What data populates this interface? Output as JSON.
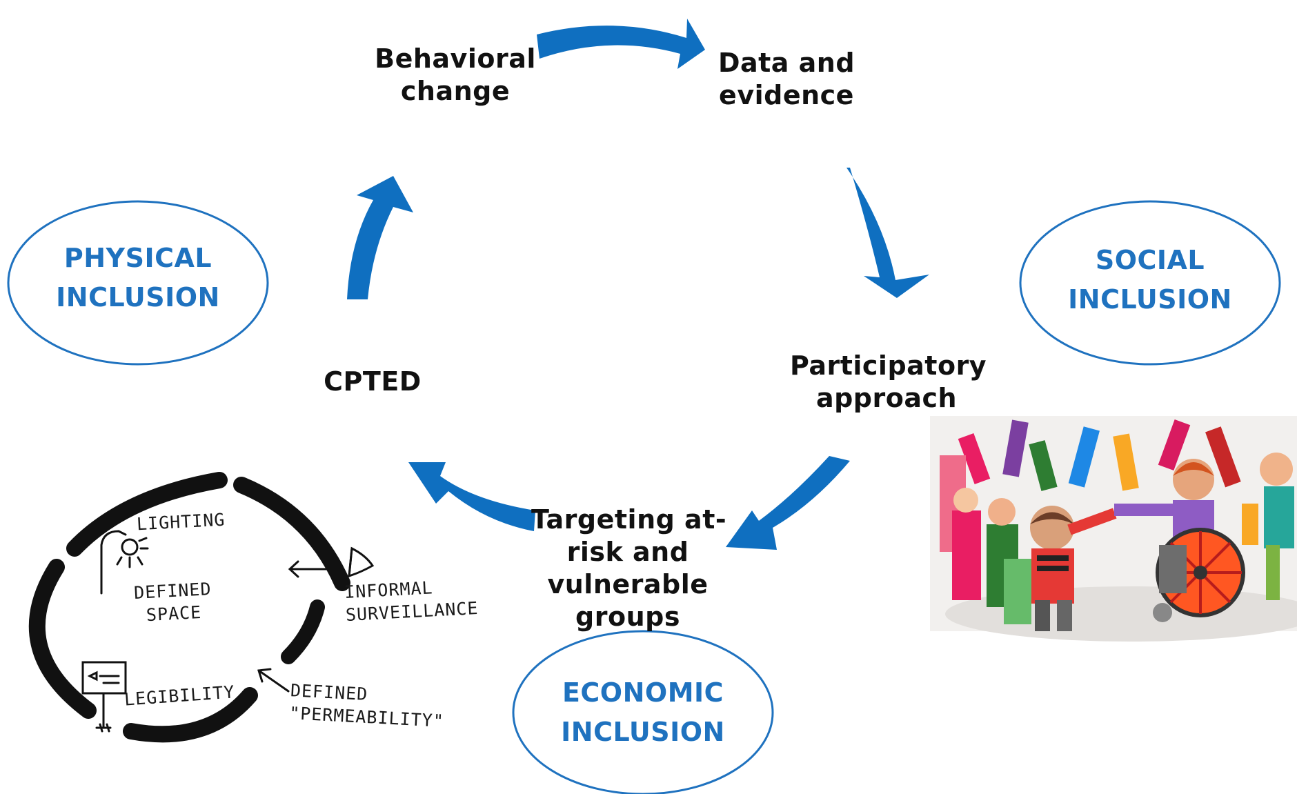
{
  "colors": {
    "arrow": "#0f6fc0",
    "inclusion_text": "#1f72bf",
    "node_text": "#111111",
    "ellipse_stroke": "#1f72bf"
  },
  "cycle": {
    "behavioral": [
      "Behavioral",
      "change"
    ],
    "data": [
      "Data and",
      "evidence"
    ],
    "participatory": [
      "Participatory",
      "approach"
    ],
    "targeting": [
      "Targeting at-",
      "risk and",
      "vulnerable",
      "groups"
    ],
    "cpted": [
      "CPTED"
    ]
  },
  "inclusion": {
    "physical": [
      "PHYSICAL",
      "INCLUSION"
    ],
    "social": [
      "SOCIAL",
      "INCLUSION"
    ],
    "economic": [
      "ECONOMIC",
      "INCLUSION"
    ]
  },
  "sketch": {
    "lighting": "LIGHTING",
    "defined_space": [
      "DEFINED",
      "SPACE"
    ],
    "informal_surveillance": [
      "INFORMAL",
      "SURVEILLANCE"
    ],
    "legibility": "LEGIBILITY",
    "defined_permeability": [
      "DEFINED",
      "\"PERMEABILITY\""
    ]
  },
  "icons": [
    "streetlamp-icon",
    "eye-icon",
    "signpost-icon"
  ]
}
